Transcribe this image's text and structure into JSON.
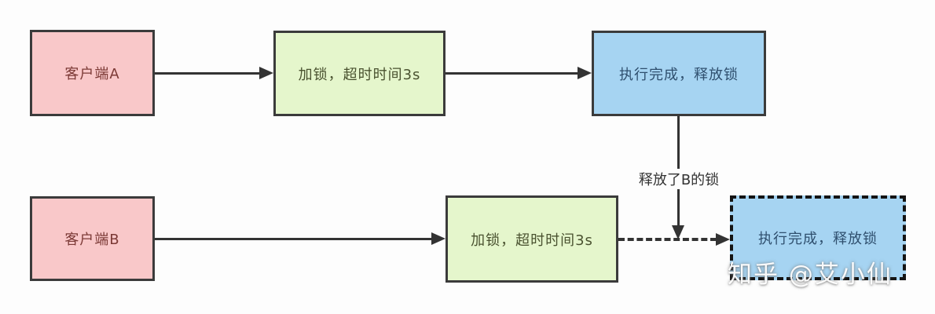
{
  "diagram": {
    "description_nodes": "distributed-lock timeout flow between two clients",
    "nodes": {
      "client_a": {
        "label": "客户端A",
        "fill": "#f9c8c9",
        "text_color": "#7c3a36",
        "border": "solid"
      },
      "lock_a": {
        "label": "加锁，超时时间3s",
        "fill": "#e5f6cc",
        "text_color": "#4a5230",
        "border": "solid"
      },
      "release_a": {
        "label": "执行完成，释放锁",
        "fill": "#a6d4f2",
        "text_color": "#2f4f6e",
        "border": "solid"
      },
      "client_b": {
        "label": "客户端B",
        "fill": "#f9c8c9",
        "text_color": "#7c3a36",
        "border": "solid"
      },
      "lock_b": {
        "label": "加锁，超时时间3s",
        "fill": "#e5f6cc",
        "text_color": "#4a5230",
        "border": "solid"
      },
      "release_b": {
        "label": "执行完成，释放锁",
        "fill": "#a6d4f2",
        "text_color": "#2f4f6e",
        "border": "dashed"
      }
    },
    "edges": [
      {
        "from": "client_a",
        "to": "lock_a",
        "style": "solid",
        "label": ""
      },
      {
        "from": "lock_a",
        "to": "release_a",
        "style": "solid",
        "label": ""
      },
      {
        "from": "release_a",
        "to": "edge-client_b-flow",
        "style": "solid",
        "label": "释放了B的锁"
      },
      {
        "from": "client_b",
        "to": "lock_b",
        "style": "solid",
        "label": ""
      },
      {
        "from": "lock_b",
        "to": "release_b",
        "style": "dashed",
        "label": ""
      }
    ],
    "edge_label": "释放了B的锁",
    "colors": {
      "background": "#fdfdfd",
      "node_border": "#3b3b3b",
      "dashed_border": "#141414",
      "line": "#333333",
      "edge_label_text": "#333333"
    }
  },
  "watermark": {
    "text": "知乎 @艾小仙"
  }
}
